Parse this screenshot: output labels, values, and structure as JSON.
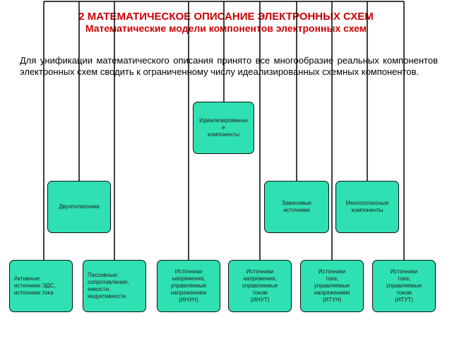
{
  "title": "2 МАТЕМАТИЧЕСКОЕ ОПИСАНИЕ ЭЛЕКТРОННЫХ СХЕМ",
  "subtitle": "Математические модели компонентов электронных схем",
  "intro": "Для унификации математического описания принято все многообразие реальных компонентов электронных схем сводить к ограниченному числу идеализированных схемных компонентов.",
  "colors": {
    "node_fill": "#2fe0b2",
    "title": "#cc0000",
    "wire": "#000000"
  },
  "nodes": {
    "root": "Идеализированны\nе\nкомпоненты",
    "two_pole": "Двухполюсники",
    "dependent": "Зависимые\nисточники",
    "multi_pole": "Многополюсные\nкомпоненты",
    "active": "Активные:\nисточники ЭДС,\nисточники тока",
    "passive": "Пассивные:\nсопротивления,\nемкости,\nиндуктивности",
    "inun": "Источники\nнапряжения,\nуправляемые\nнапряжением\n(ИНУН)",
    "inut": "Источники\nнапряжения,\nуправляемые\nтоком\n(ИНУТ)",
    "itun": "Источники\nтока,\nуправляемые\nнапряжением\n(ИТУН)",
    "itut": "Источники\nтока,\nуправляемые\nтоком\n(ИТУТ)"
  }
}
